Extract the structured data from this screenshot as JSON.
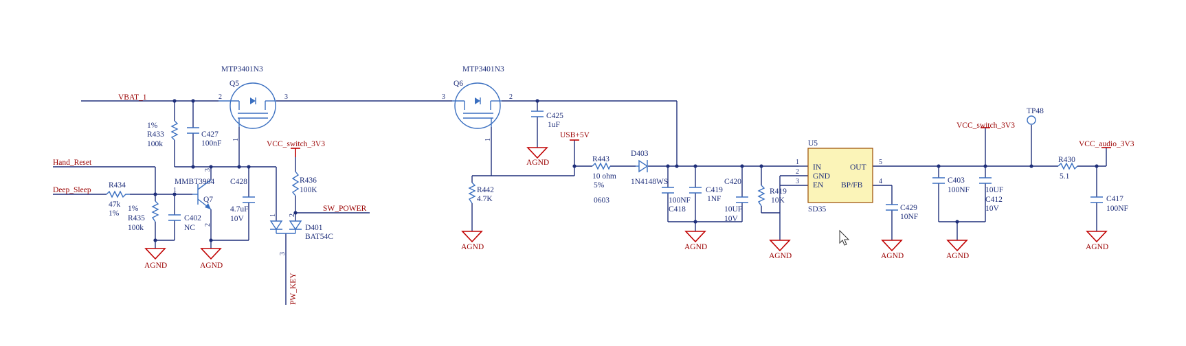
{
  "nets": {
    "vbat": "VBAT_1",
    "hand_reset": "Hand_Reset",
    "deep_sleep": "Deep_Sleep",
    "vcc_switch_a": "VCC_switch_3V3",
    "sw_power": "SW_POWER",
    "pw_key": "PW_KEY",
    "usb5v": "USB+5V",
    "vcc_switch_b": "VCC_switch_3V3",
    "vcc_audio": "VCC_audio_3V3",
    "tp48": "TP48",
    "agnd": "AGND"
  },
  "parts": {
    "q5": {
      "ref": "Q5",
      "value": "MTP3401N3"
    },
    "q6": {
      "ref": "Q6",
      "value": "MTP3401N3"
    },
    "q7": {
      "ref": "Q7",
      "value": "MMBT3904"
    },
    "r433": {
      "ref": "R433",
      "value": "100k",
      "tol": "1%"
    },
    "r434": {
      "ref": "R434",
      "value": "47k",
      "tol": "1%"
    },
    "r435": {
      "ref": "R435",
      "value": "100k",
      "tol": "1%"
    },
    "r436": {
      "ref": "R436",
      "value": "100K"
    },
    "r442": {
      "ref": "R442",
      "value": "4.7K"
    },
    "r443": {
      "ref": "R443",
      "value": "10 ohm",
      "tol": "5%",
      "pkg": "0603"
    },
    "r419": {
      "ref": "R419",
      "value": "10K"
    },
    "r430": {
      "ref": "R430",
      "value": "5.1"
    },
    "c427": {
      "ref": "C427",
      "value": "100nF"
    },
    "c402": {
      "ref": "C402",
      "value": "NC"
    },
    "c428": {
      "ref": "C428",
      "value": "4.7uF",
      "volt": "10V"
    },
    "c425": {
      "ref": "C425",
      "value": "1uF"
    },
    "c418": {
      "ref": "C418",
      "value": "100NF"
    },
    "c419": {
      "ref": "C419",
      "value": "1NF"
    },
    "c420": {
      "ref": "C420",
      "value": "10UF",
      "volt": "10V"
    },
    "c429": {
      "ref": "C429",
      "value": "10NF"
    },
    "c403": {
      "ref": "C403",
      "value": "100NF"
    },
    "c412": {
      "ref": "C412",
      "value": "10UF",
      "volt": "10V"
    },
    "c417": {
      "ref": "C417",
      "value": "100NF"
    },
    "d401": {
      "ref": "D401",
      "value": "BAT54C"
    },
    "d403": {
      "ref": "D403",
      "value": "1N4148WS"
    },
    "u5": {
      "ref": "U5",
      "value": "SD35",
      "pins_left": [
        "IN",
        "GND",
        "EN"
      ],
      "pins_right": [
        "OUT",
        "BP/FB"
      ]
    }
  },
  "pins": {
    "q5_2": "2",
    "q5_3": "3",
    "q5_1": "1",
    "q6_3": "3",
    "q6_2": "2",
    "q6_1": "1",
    "q7_1": "1",
    "q7_3": "3",
    "q7_2": "2",
    "d401_1": "1",
    "d401_2": "2",
    "d401_3": "3",
    "u5_1": "1",
    "u5_2": "2",
    "u5_3": "3",
    "u5_5": "5",
    "u5_4": "4"
  }
}
